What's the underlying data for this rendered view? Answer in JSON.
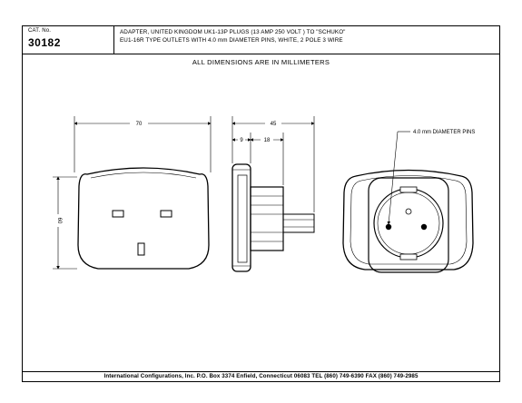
{
  "header": {
    "cat_label": "CAT. No.",
    "cat_number": "30182",
    "description_line1": "ADAPTER,  UNITED KINGDOM  UK1-13P PLUGS  (13 AMP 250 VOLT ) TO \"SCHUKO\"",
    "description_line2": "EU1-16R TYPE OUTLETS WITH 4.0 mm DIAMETER PINS, WHITE, 2 POLE 3 WIRE"
  },
  "subtitle": "ALL DIMENSIONS ARE IN MILLIMETERS",
  "dimensions": {
    "front_width": "70",
    "front_height": "60",
    "side_total": "45",
    "side_body": "9",
    "side_plug": "18",
    "pin_note": "4.0 mm DIAMETER PINS"
  },
  "footer": "International Configurations, Inc.  P.O. Box 3374  Enfield, Connecticut 06083 TEL (860) 749-6390  FAX (860) 749-2985"
}
